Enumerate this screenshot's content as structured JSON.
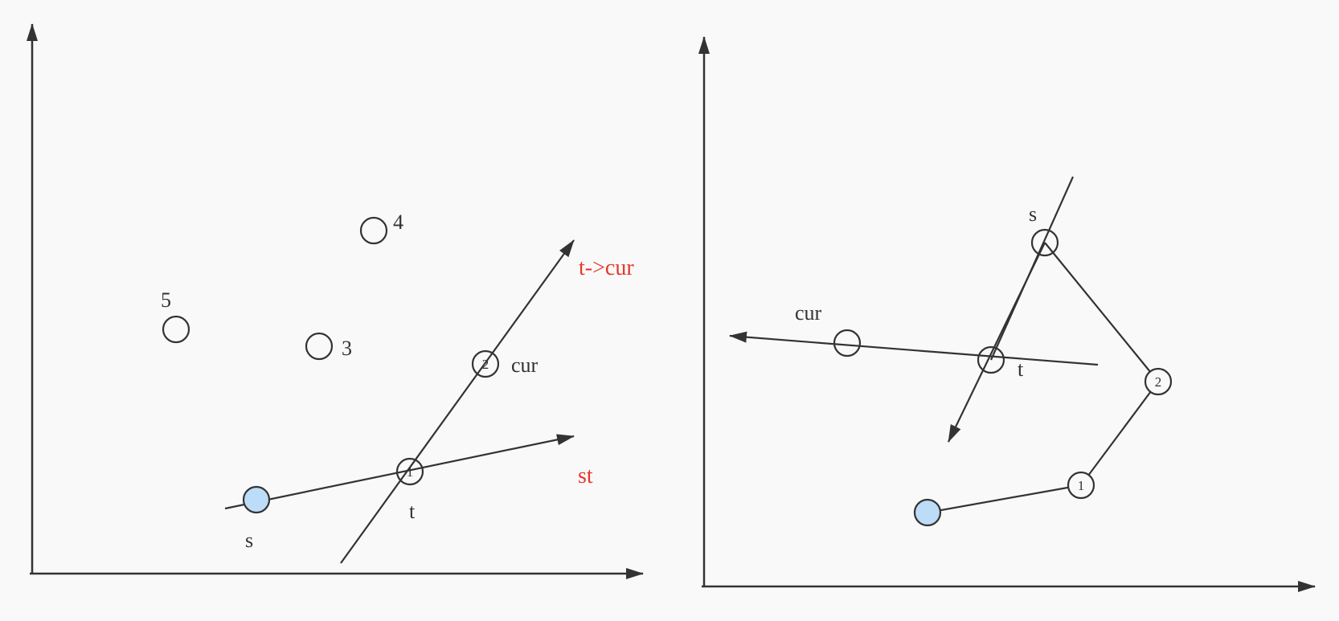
{
  "colors": {
    "stroke": "#333333",
    "background": "#f9f9f9",
    "highlight_fill": "#bcdcf7",
    "accent_text": "#e8372c"
  },
  "left_diagram": {
    "labels": {
      "t_to_cur": "t->cur",
      "st": "st",
      "cur": "cur",
      "t": "t",
      "s": "s",
      "n3": "3",
      "n4": "4",
      "n5": "5"
    },
    "node_numbers": {
      "n1": "1",
      "n2": "2"
    }
  },
  "right_diagram": {
    "labels": {
      "s": "s",
      "cur": "cur",
      "t": "t"
    },
    "node_numbers": {
      "n1": "1",
      "n2": "2"
    }
  }
}
